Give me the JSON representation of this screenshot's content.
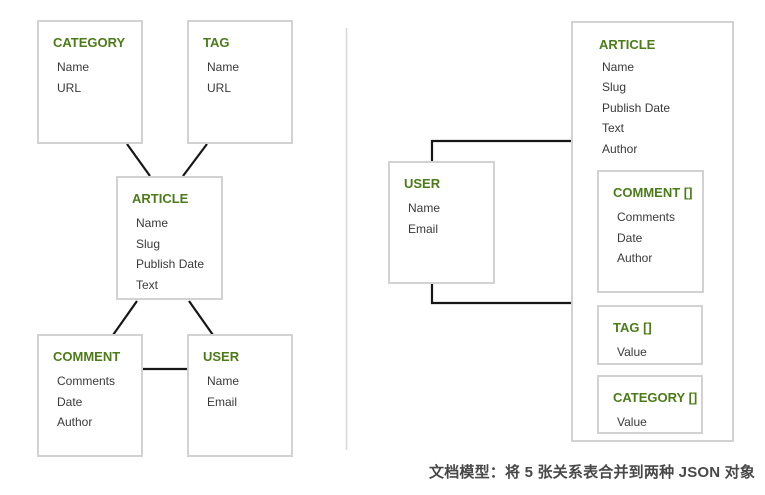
{
  "colors": {
    "entity_title_green": "#4b7c17",
    "field_text": "#3a3a3a",
    "box_border": "#d2d2d2",
    "connector_black": "#171717",
    "divider_gray": "#d8d8d8",
    "caption_text": "#484848",
    "background": "#ffffff"
  },
  "left_panel": {
    "category": {
      "title": "CATEGORY",
      "fields": [
        "Name",
        "URL"
      ]
    },
    "tag": {
      "title": "TAG",
      "fields": [
        "Name",
        "URL"
      ]
    },
    "article": {
      "title": "ARTICLE",
      "fields": [
        "Name",
        "Slug",
        "Publish Date",
        "Text"
      ]
    },
    "comment": {
      "title": "COMMENT",
      "fields": [
        "Comments",
        "Date",
        "Author"
      ]
    },
    "user": {
      "title": "USER",
      "fields": [
        "Name",
        "Email"
      ]
    }
  },
  "right_panel": {
    "user": {
      "title": "USER",
      "fields": [
        "Name",
        "Email"
      ]
    },
    "article": {
      "title": "ARTICLE",
      "fields": [
        "Name",
        "Slug",
        "Publish Date",
        "Text",
        "Author"
      ]
    },
    "comment_array": {
      "title": "COMMENT []",
      "fields": [
        "Comments",
        "Date",
        "Author"
      ]
    },
    "tag_array": {
      "title": "TAG []",
      "fields": [
        "Value"
      ]
    },
    "category_array": {
      "title": "CATEGORY []",
      "fields": [
        "Value"
      ]
    }
  },
  "caption": "文档模型：将 5 张关系表合并到两种 JSON 对象"
}
